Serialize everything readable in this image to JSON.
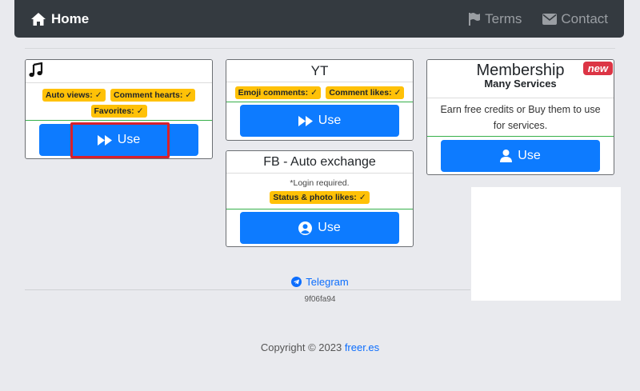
{
  "nav": {
    "home_label": "Home",
    "terms_label": "Terms",
    "contact_label": "Contact"
  },
  "cards": {
    "music": {
      "badges": [
        "Auto views:",
        "Comment hearts:",
        "Favorites:"
      ],
      "use_label": "Use"
    },
    "yt": {
      "title": "YT",
      "badges": [
        "Emoji comments:",
        "Comment likes:"
      ],
      "use_label": "Use"
    },
    "fb": {
      "title": "FB - Auto exchange",
      "note": "*Login required.",
      "badges": [
        "Status & photo likes:"
      ],
      "use_label": "Use"
    },
    "membership": {
      "title": "Membership",
      "subtitle": "Many Services",
      "new_badge": "new",
      "description": "Earn free credits or Buy them to use for services.",
      "use_label": "Use"
    }
  },
  "footer": {
    "telegram_label": "Telegram",
    "hash": "9f06fa94",
    "copyright_prefix": "Copyright © 2023 ",
    "copyright_link": "freer.es"
  },
  "colors": {
    "navbar": "#343a40",
    "primary": "#0d7bff",
    "badge": "#ffc107",
    "new_badge": "#dc3545",
    "highlight": "#d9202a"
  }
}
